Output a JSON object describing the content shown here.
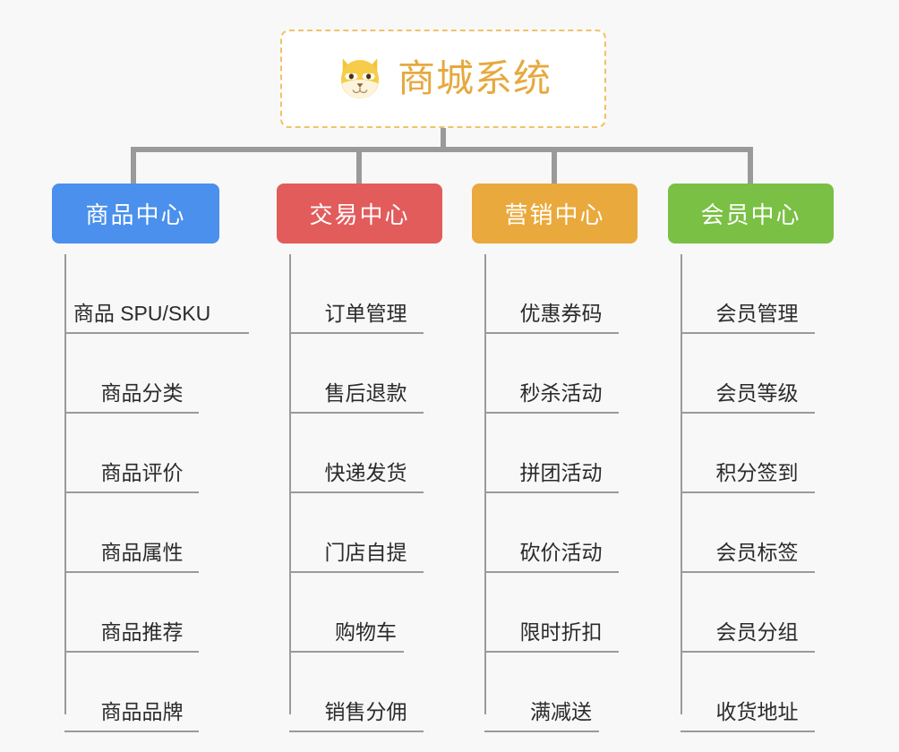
{
  "root": {
    "title": "商城系统",
    "icon": "shiba-dog-icon",
    "title_color": "#e6a93e",
    "border_color": "#f0c268"
  },
  "categories": [
    {
      "label": "商品中心",
      "color": "#4a90ec",
      "items": [
        "商品 SPU/SKU",
        "商品分类",
        "商品评价",
        "商品属性",
        "商品推荐",
        "商品品牌"
      ]
    },
    {
      "label": "交易中心",
      "color": "#e25c5c",
      "items": [
        "订单管理",
        "售后退款",
        "快递发货",
        "门店自提",
        "购物车",
        "销售分佣"
      ]
    },
    {
      "label": "营销中心",
      "color": "#eaa93c",
      "items": [
        "优惠券码",
        "秒杀活动",
        "拼团活动",
        "砍价活动",
        "限时折扣",
        "满减送"
      ]
    },
    {
      "label": "会员中心",
      "color": "#79c044",
      "items": [
        "会员管理",
        "会员等级",
        "积分签到",
        "会员标签",
        "会员分组",
        "收货地址"
      ]
    }
  ]
}
